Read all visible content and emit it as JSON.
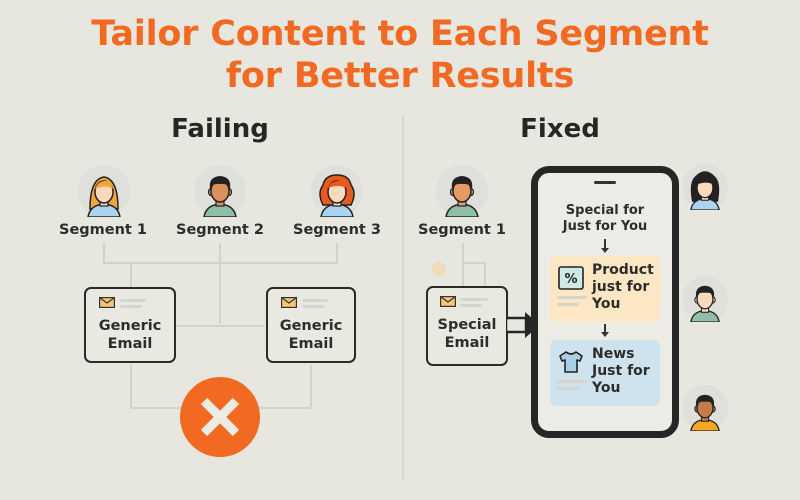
{
  "title": {
    "line1": "Tailor Content to Each Segment",
    "line2": "for Better Results",
    "color": "#f26a22"
  },
  "failing": {
    "heading": "Failing",
    "segments": [
      {
        "label": "Segment 1",
        "avatar": "woman-blonde-avatar-icon"
      },
      {
        "label": "Segment 2",
        "avatar": "man-dark-hair-avatar-icon"
      },
      {
        "label": "Segment 3",
        "avatar": "woman-red-curly-avatar-icon"
      }
    ],
    "emails": [
      {
        "line1": "Generic",
        "line2": "Email",
        "icon": "envelope-icon"
      },
      {
        "line1": "Generic",
        "line2": "Email",
        "icon": "envelope-icon"
      }
    ],
    "result_icon": "x-circle-icon",
    "result_color": "#f26a22"
  },
  "fixed": {
    "heading": "Fixed",
    "segment": {
      "label": "Segment 1",
      "avatar": "man-dark-hair-avatar-icon"
    },
    "email": {
      "line1": "Special",
      "line2": "Email",
      "icon": "envelope-icon"
    },
    "phone": {
      "header_line1": "Special for",
      "header_line2": "Just for You",
      "cards": [
        {
          "line1": "Product",
          "line2": "just for",
          "line3": "You",
          "icon": "percent-tag-icon",
          "bg": "#fce7c4"
        },
        {
          "line1": "News",
          "line2": "Just for",
          "line3": "You",
          "icon": "tshirt-icon",
          "bg": "#cfe3ef"
        }
      ]
    },
    "side_avatars": [
      "woman-dark-hair-avatar-icon",
      "man-light-avatar-icon",
      "man-brown-avatar-icon"
    ]
  }
}
